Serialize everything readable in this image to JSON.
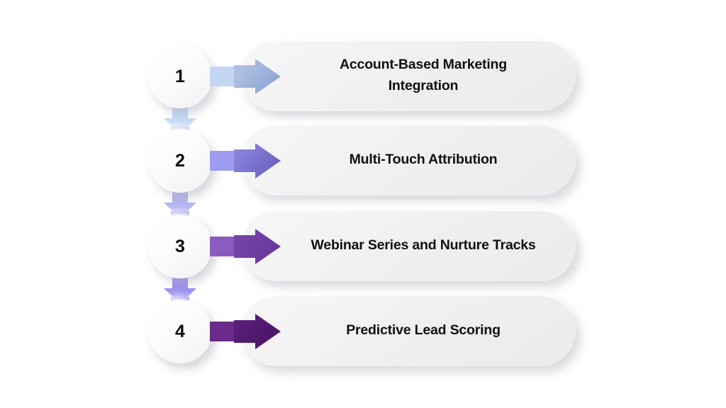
{
  "diagram": {
    "type": "vertical-numbered-process-flow",
    "background_color": "#ffffff",
    "step_count": 4,
    "steps": [
      {
        "number": "1",
        "label": "Account-Based Marketing Integration",
        "tail_color": "#c3d5f2",
        "head_color_start": "#b7c6e6",
        "head_color_end": "#8fa6d4",
        "connector_arrow_color": "#c3d9f7",
        "connector_chevron_color": "#a8b4ea"
      },
      {
        "number": "2",
        "label": "Multi-Touch Attribution",
        "tail_color": "#9c9cf0",
        "head_color_start": "#8f8ae2",
        "head_color_end": "#6b62bf",
        "connector_arrow_color": "#b3b6f2",
        "connector_chevron_color": "#9a93e6"
      },
      {
        "number": "3",
        "label": "Webinar Series and Nurture Tracks",
        "tail_color": "#8b5bbf",
        "head_color_start": "#7b46ad",
        "head_color_end": "#66379a",
        "connector_arrow_color": "#9b90ef",
        "connector_chevron_color": "#8a7ce4"
      },
      {
        "number": "4",
        "label": "Predictive Lead Scoring",
        "tail_color": "#6b2a8c",
        "head_color_start": "#5d1f7e",
        "head_color_end": "#4a1566",
        "connector_arrow_color": "",
        "connector_chevron_color": ""
      }
    ]
  }
}
